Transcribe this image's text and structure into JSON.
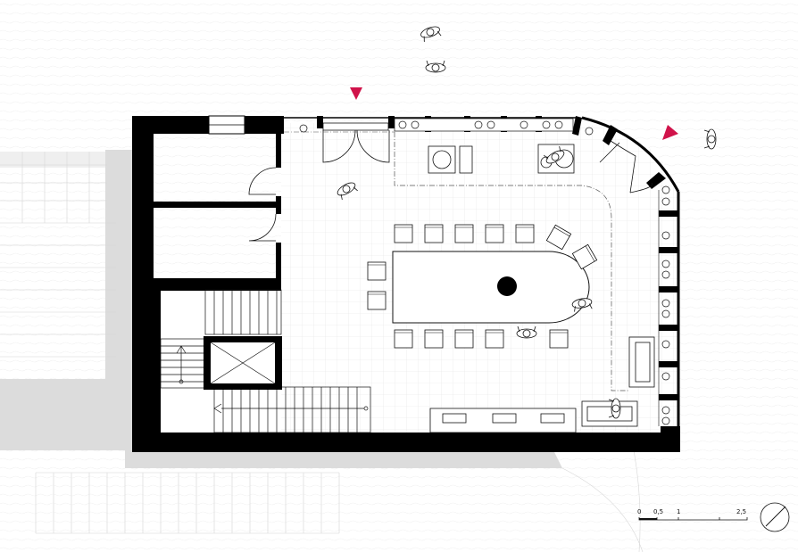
{
  "scale_bar": {
    "ticks": [
      "0",
      "0,5",
      "1",
      "2,5"
    ]
  },
  "colors": {
    "wall": "#000000",
    "context": "#dcdcdc",
    "entry_marker": "#d0134a",
    "line": "#111111",
    "grid": "#e2e2e2"
  },
  "icons": {
    "entry": "triangle-marker-icon",
    "north": "north-arrow-icon",
    "person": "person-icon",
    "column": "column-icon"
  }
}
